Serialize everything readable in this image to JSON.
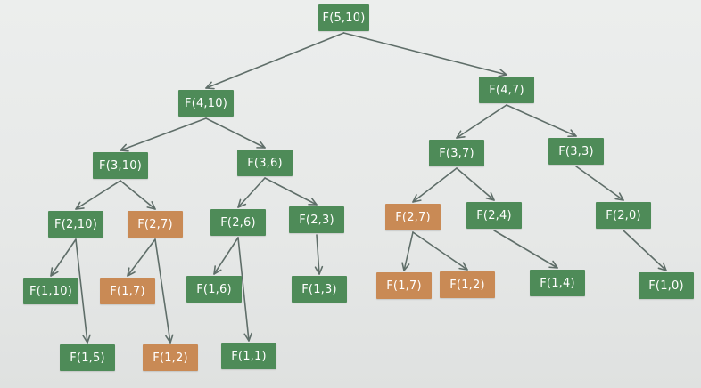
{
  "colors": {
    "computed": "#4e8b58",
    "repeated": "#c98a55",
    "edge": "#5f6e69"
  },
  "nodes": [
    {
      "id": "n1",
      "label": "F(5,10)",
      "status": "computed"
    },
    {
      "id": "n2",
      "label": "F(4,10)",
      "status": "computed"
    },
    {
      "id": "n3",
      "label": "F(4,7)",
      "status": "computed"
    },
    {
      "id": "n4",
      "label": "F(3,10)",
      "status": "computed"
    },
    {
      "id": "n5",
      "label": "F(3,6)",
      "status": "computed"
    },
    {
      "id": "n6",
      "label": "F(3,7)",
      "status": "computed"
    },
    {
      "id": "n7",
      "label": "F(3,3)",
      "status": "computed"
    },
    {
      "id": "n8",
      "label": "F(2,10)",
      "status": "computed"
    },
    {
      "id": "n9",
      "label": "F(2,7)",
      "status": "repeated"
    },
    {
      "id": "n10",
      "label": "F(2,6)",
      "status": "computed"
    },
    {
      "id": "n11",
      "label": "F(2,3)",
      "status": "computed"
    },
    {
      "id": "n12",
      "label": "F(2,7)",
      "status": "repeated"
    },
    {
      "id": "n13",
      "label": "F(2,4)",
      "status": "computed"
    },
    {
      "id": "n14",
      "label": "F(2,0)",
      "status": "computed"
    },
    {
      "id": "n15",
      "label": "F(1,10)",
      "status": "computed"
    },
    {
      "id": "n16",
      "label": "F(1,7)",
      "status": "repeated"
    },
    {
      "id": "n17",
      "label": "F(1,6)",
      "status": "computed"
    },
    {
      "id": "n18",
      "label": "F(1,3)",
      "status": "computed"
    },
    {
      "id": "n19",
      "label": "F(1,7)",
      "status": "repeated"
    },
    {
      "id": "n20",
      "label": "F(1,2)",
      "status": "repeated"
    },
    {
      "id": "n21",
      "label": "F(1,4)",
      "status": "computed"
    },
    {
      "id": "n22",
      "label": "F(1,0)",
      "status": "computed"
    },
    {
      "id": "n23",
      "label": "F(1,5)",
      "status": "computed"
    },
    {
      "id": "n24",
      "label": "F(1,2)",
      "status": "repeated"
    },
    {
      "id": "n25",
      "label": "F(1,1)",
      "status": "computed"
    }
  ],
  "edges": [
    [
      "n1",
      "n2"
    ],
    [
      "n1",
      "n3"
    ],
    [
      "n2",
      "n4"
    ],
    [
      "n2",
      "n5"
    ],
    [
      "n3",
      "n6"
    ],
    [
      "n3",
      "n7"
    ],
    [
      "n4",
      "n8"
    ],
    [
      "n4",
      "n9"
    ],
    [
      "n5",
      "n10"
    ],
    [
      "n5",
      "n11"
    ],
    [
      "n6",
      "n12"
    ],
    [
      "n6",
      "n13"
    ],
    [
      "n7",
      "n14"
    ],
    [
      "n8",
      "n15"
    ],
    [
      "n8",
      "n23"
    ],
    [
      "n9",
      "n16"
    ],
    [
      "n9",
      "n24"
    ],
    [
      "n10",
      "n17"
    ],
    [
      "n10",
      "n25"
    ],
    [
      "n11",
      "n18"
    ],
    [
      "n12",
      "n19"
    ],
    [
      "n12",
      "n20"
    ],
    [
      "n13",
      "n21"
    ],
    [
      "n14",
      "n22"
    ]
  ]
}
